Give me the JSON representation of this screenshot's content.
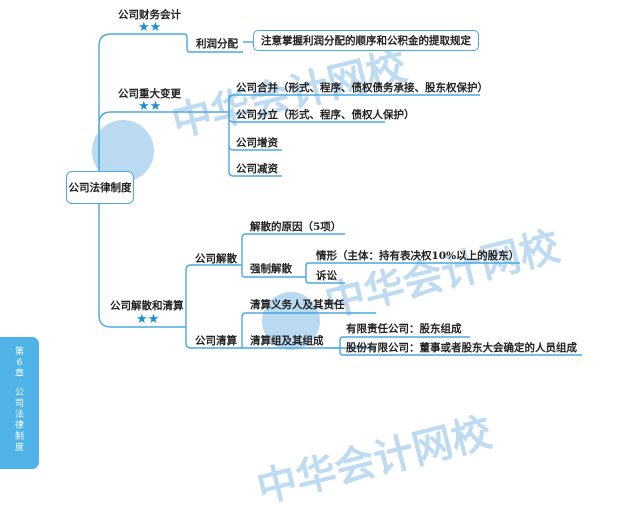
{
  "diagram": {
    "root": "公司法律制度",
    "branches": [
      {
        "label": "公司财务会计",
        "stars": "★★",
        "children": [
          {
            "label": "利润分配",
            "note": "注意掌握利润分配的顺序和公积金的提取规定"
          }
        ]
      },
      {
        "label": "公司重大变更",
        "stars": "★★",
        "children": [
          {
            "label": "公司合并（形式、程序、债权债务承接、股东权保护）"
          },
          {
            "label": "公司分立（形式、程序、债权人保护）"
          },
          {
            "label": "公司增资"
          },
          {
            "label": "公司减资"
          }
        ]
      },
      {
        "label": "公司解散和清算",
        "stars": "★★",
        "children": [
          {
            "label": "公司解散",
            "children": [
              {
                "label": "解散的原因（5项）"
              },
              {
                "label": "强制解散",
                "children": [
                  {
                    "label": "情形（主体：持有表决权10%以上的股东）"
                  },
                  {
                    "label": "诉讼"
                  }
                ]
              }
            ]
          },
          {
            "label": "公司清算",
            "children": [
              {
                "label": "清算义务人及其责任"
              },
              {
                "label": "清算组及其组成",
                "children": [
                  {
                    "label": "有限责任公司：股东组成"
                  },
                  {
                    "label": "股份有限公司：董事或者股东大会确定的人员组成"
                  }
                ]
              }
            ]
          }
        ]
      }
    ]
  },
  "watermark": {
    "text": "中华会计网校"
  },
  "sidebar_tab": {
    "chapter_prefix": "第",
    "chapter_num": "6",
    "chapter_suffix": "章",
    "title_chars": [
      "公",
      "司",
      "法",
      "律",
      "制",
      "度"
    ]
  },
  "colors": {
    "line": "#4aa9e0",
    "star": "#1b8fd6",
    "tab": "#4fb3e8",
    "watermark": "#a9d0ee"
  }
}
